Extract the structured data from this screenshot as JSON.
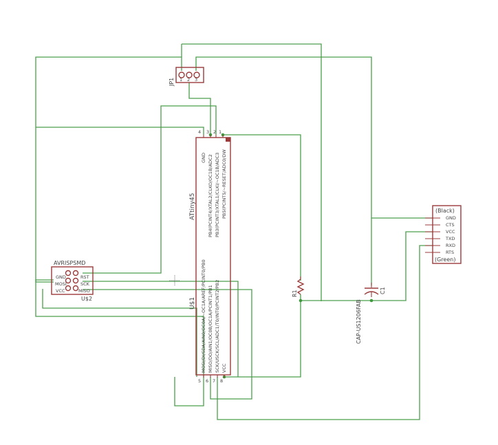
{
  "jp1": {
    "name": "JP1",
    "pins": [
      "1",
      "2",
      "3"
    ]
  },
  "attiny": {
    "value": "ATtiny45",
    "name": "U$1",
    "top_pins": [
      "4",
      "3",
      "2",
      "1"
    ],
    "bottom_pins": [
      "5",
      "6",
      "7",
      "8"
    ],
    "top_labels": [
      "GND",
      "PB4(PCINT4/XTAL2/CLKO/OC1B/ADC2",
      "PB3(PCINT3/XTAL1/CLKI/~OC1B/ADC3",
      "PB5(PCINT5/~RESET/ADC0/DW"
    ],
    "bottom_labels": [
      "MOSI/DI/SDA/AIN0/OC0A/~OC1A/AREF/PCINT0/PB0",
      "MISO/DO/AIN1/OC0B/OC1A/PCINT1/PB1",
      "SCK/USCK/SCL/ADC1/T0/INT0/PCINT2/PB2",
      "VCC"
    ]
  },
  "avrisp": {
    "value": "AVRISPSMD",
    "name": "U$2",
    "left_labels": [
      "GND",
      "MOSI",
      "VCC"
    ],
    "right_labels": [
      "RST",
      "SCK",
      "MISO"
    ]
  },
  "ftdi": {
    "top_label": "(Black)",
    "bottom_label": "(Green)",
    "pins": [
      "GND",
      "CTS",
      "VCC",
      "TXD",
      "RXD",
      "RTS"
    ]
  },
  "r1": {
    "name": "R1"
  },
  "c1": {
    "name": "C1",
    "value": "CAP-US1206FAB"
  }
}
